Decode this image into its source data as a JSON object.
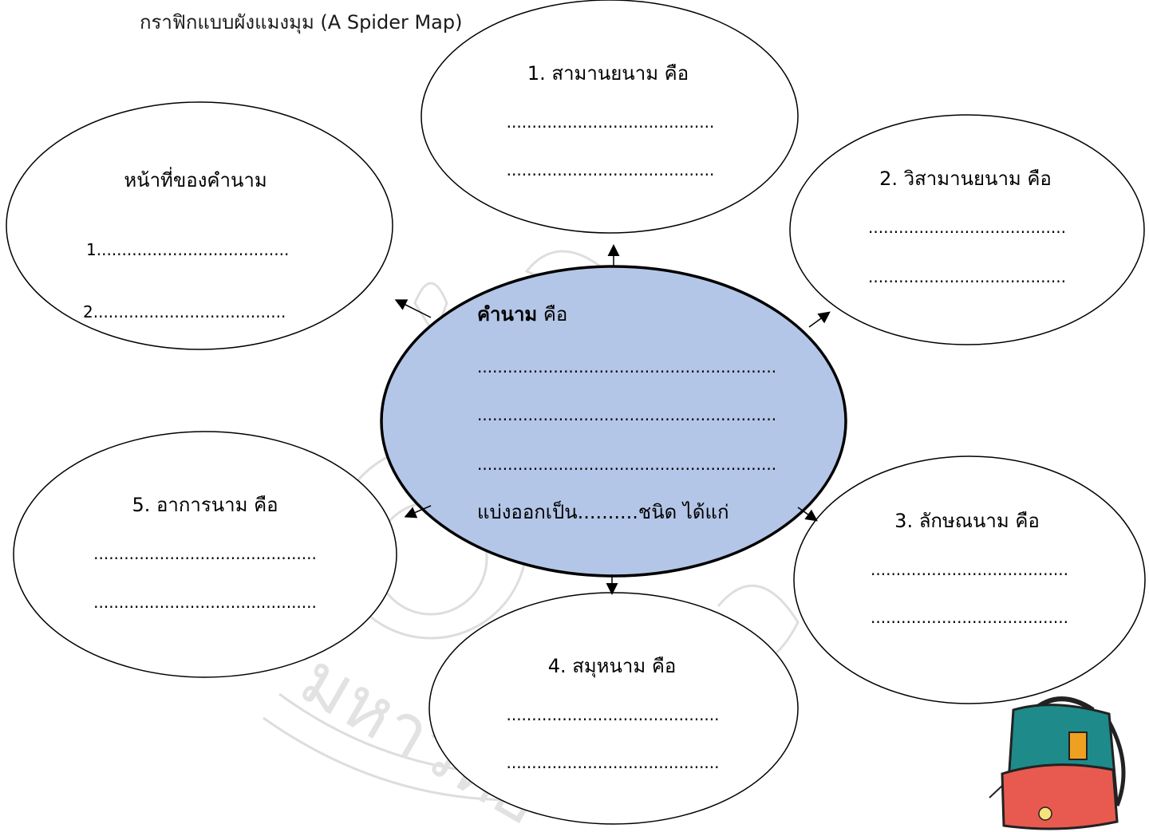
{
  "title": "กราฟิกแบบผังแมงมุม (A Spider Map)",
  "center": {
    "heading_bold": "คำนาม",
    "heading_rest": " คือ",
    "line1": "...........................................................",
    "line2": "...........................................................",
    "line3": "...........................................................",
    "types_line": "แบ่งออกเป็น..........ชนิด ได้แก่",
    "fill_color": "#b4c6e7"
  },
  "nodes": {
    "node1": {
      "label": "1. สามานยนาม คือ",
      "line1": ".........................................",
      "line2": "........................................."
    },
    "node2": {
      "label": "2. วิสามานยนาม คือ",
      "line1": ".......................................",
      "line2": "......................................."
    },
    "node3": {
      "label": "3. ลักษณนาม คือ",
      "line1": ".......................................",
      "line2": "......................................."
    },
    "node4": {
      "label": "4. สมุหนาม คือ",
      "line1": "..........................................",
      "line2": ".........................................."
    },
    "node5": {
      "label": "5. อาการนาม คือ",
      "line1": "............................................",
      "line2": "............................................"
    },
    "duties": {
      "label": "หน้าที่ของคำนาม",
      "line1": "1......................................",
      "line2": "2......................................"
    }
  },
  "watermark": {
    "text": "มหาวิทย"
  },
  "backpack": {
    "body_color": "#1f8a8a",
    "pocket_color": "#e85a4f",
    "tag_color": "#f0a020"
  }
}
